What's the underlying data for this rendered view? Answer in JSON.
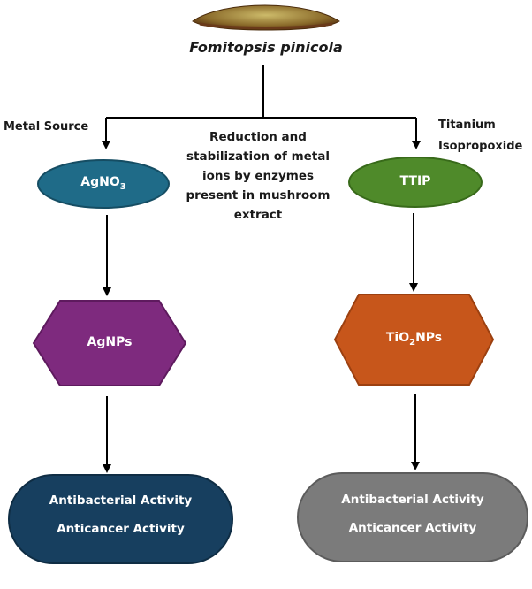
{
  "title": "Fomitopsis pinicola",
  "left": {
    "source_label": "Metal Source",
    "precursor": {
      "main": "AgNO",
      "sub": "3"
    },
    "product": {
      "main": "AgNPs"
    },
    "activities": [
      "Antibacterial Activity",
      "Anticancer Activity"
    ],
    "colors": {
      "precursor": "#1f6b88",
      "product": "#7e2a7e",
      "activity": "#173f5f"
    }
  },
  "right": {
    "source_label_line1": "Titanium",
    "source_label_line2": "Isopropoxide",
    "precursor": {
      "main": "TTIP"
    },
    "product": {
      "pre": "TiO",
      "sub": "2",
      "post": "NPs"
    },
    "activities": [
      "Antibacterial Activity",
      "Anticancer Activity"
    ],
    "colors": {
      "precursor": "#4f8a2a",
      "product": "#c7561b",
      "activity": "#7b7b7b"
    }
  },
  "center_text": [
    "Reduction and",
    "stabilization of metal",
    "ions by enzymes",
    "present in mushroom",
    "extract"
  ],
  "icons": {
    "mushroom": "mushroom-bracket-icon"
  }
}
